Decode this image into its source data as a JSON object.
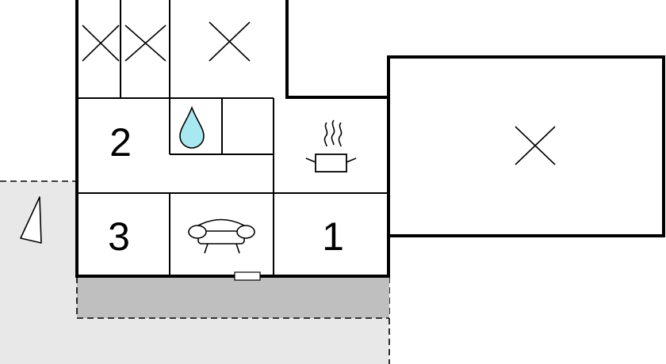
{
  "floorplan": {
    "rooms": [
      {
        "id": "room-2",
        "label": "2"
      },
      {
        "id": "room-3",
        "label": "3"
      },
      {
        "id": "room-1",
        "label": "1"
      }
    ],
    "icons": {
      "bathroom": "water-drop-icon",
      "kitchen": "cooking-pot-icon",
      "living": "sofa-icon",
      "north": "north-arrow-icon",
      "unavailable": "cross-icon"
    },
    "colors": {
      "wall": "#000000",
      "terrace": "#bfbfbf",
      "garden": "#e8e8e8",
      "water": "#a8e8f0",
      "door": "#ffffff"
    }
  }
}
